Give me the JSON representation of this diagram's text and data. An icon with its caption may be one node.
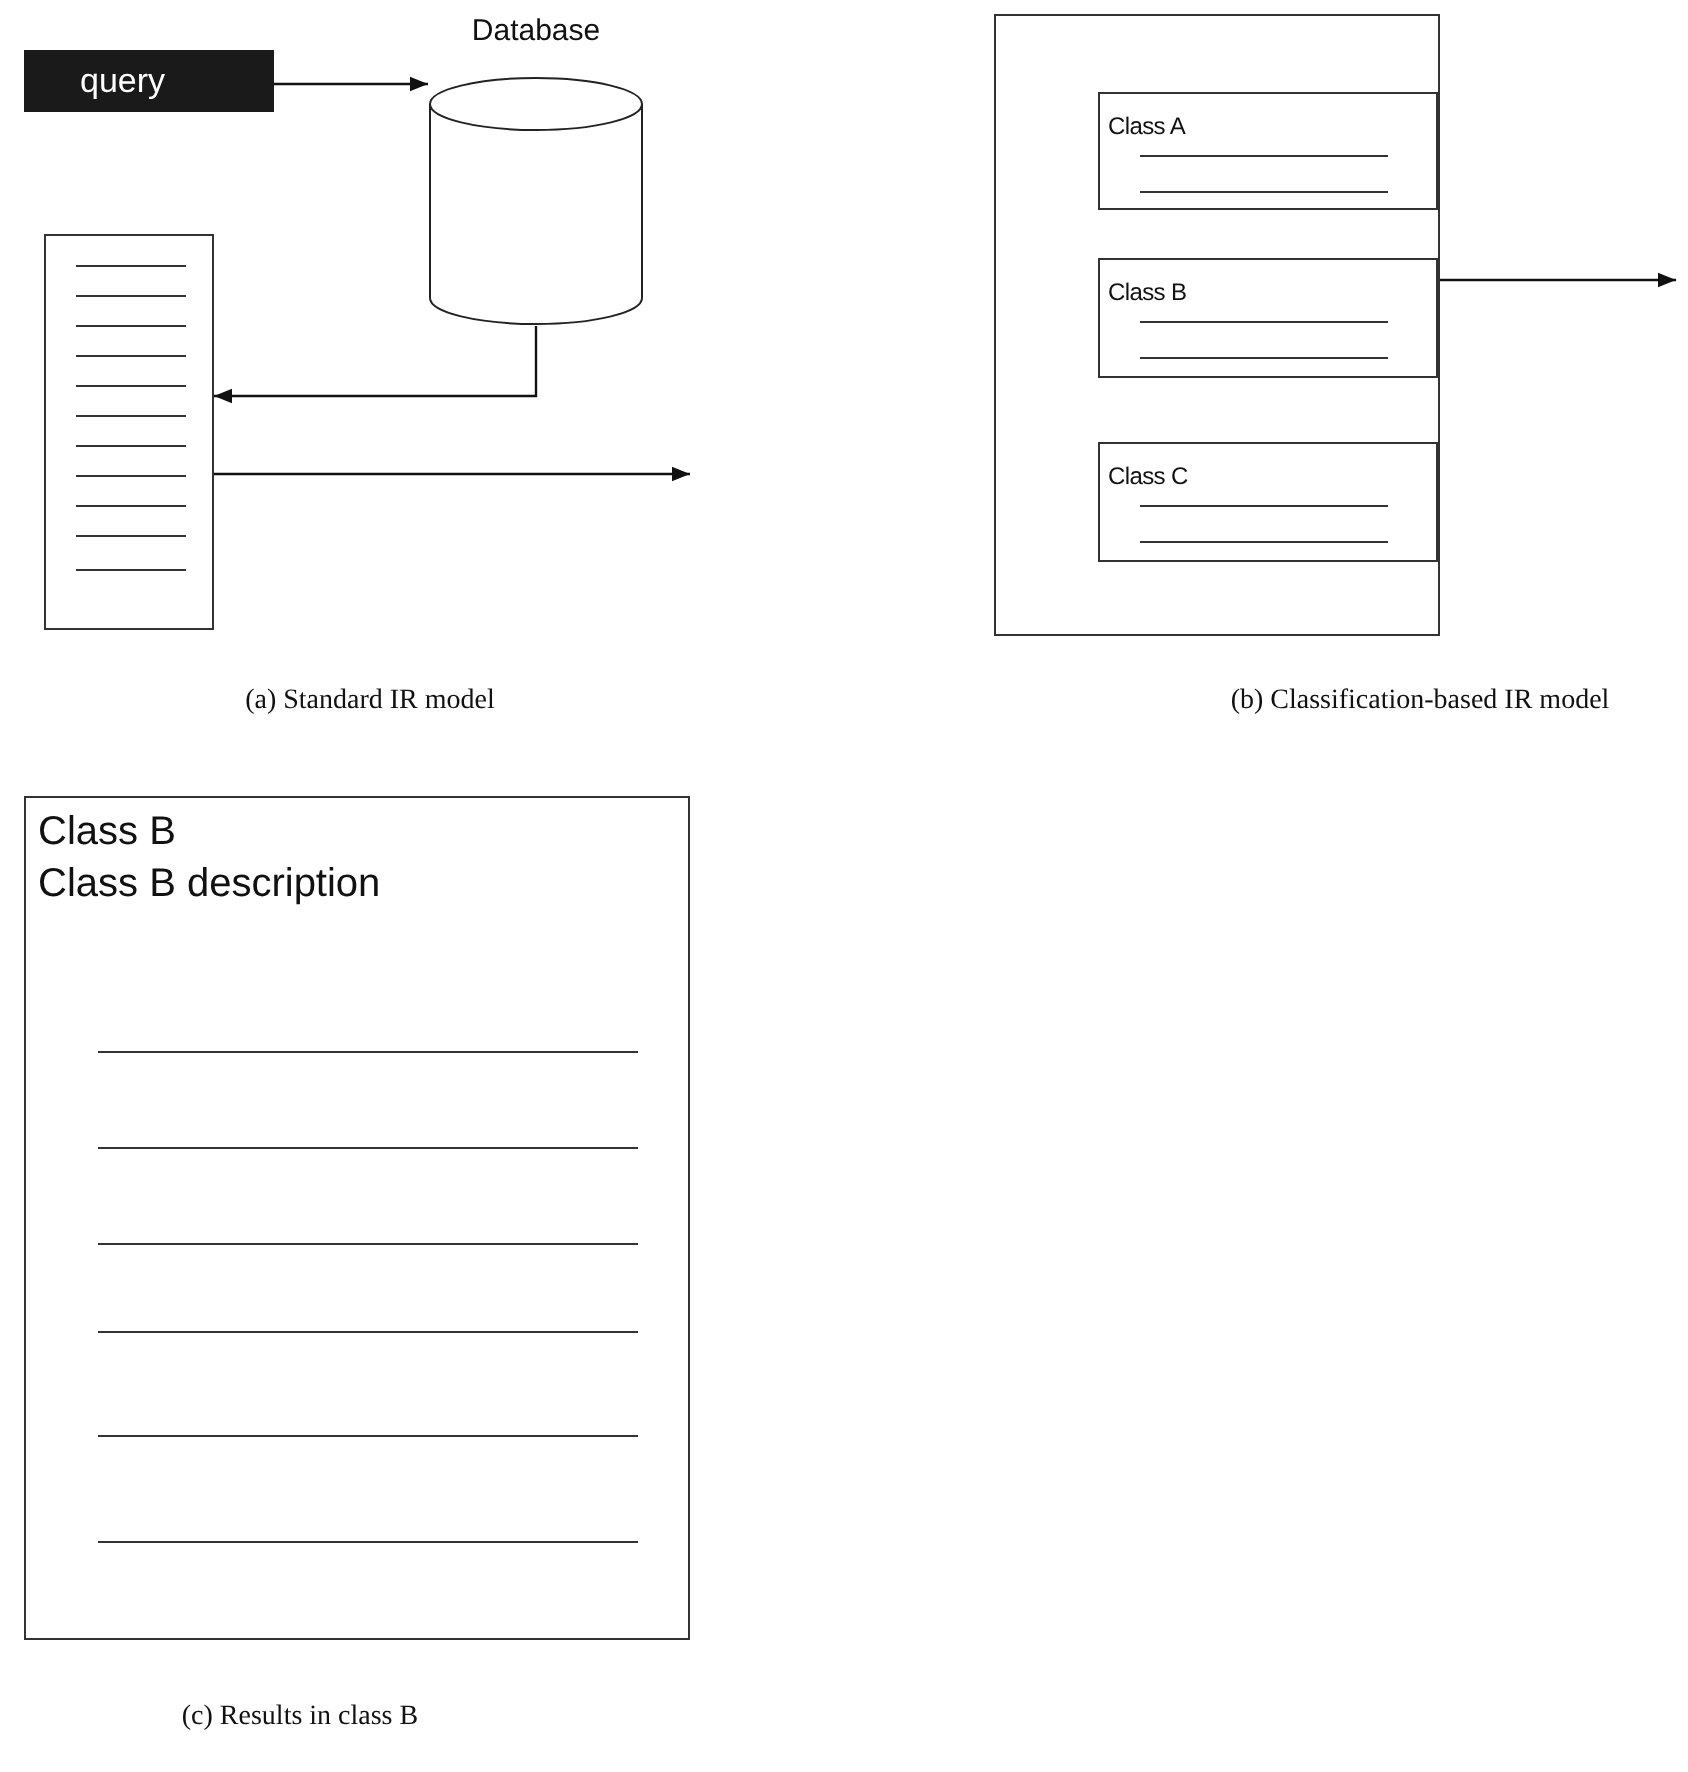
{
  "diagram": {
    "nodes": [
      {
        "text": [
          "query"
        ]
      },
      {
        "text": [
          "Database"
        ]
      },
      {
        "text": [],
        "shape": "box"
      },
      {
        "text": [],
        "shape": "box"
      },
      {
        "text": [
          "Class A"
        ],
        "in": 3
      },
      {
        "text": [
          "Class B"
        ],
        "in": 3
      },
      {
        "text": [
          "Class C"
        ],
        "in": 3
      },
      {
        "text": [
          "Class B",
          "Class B description"
        ]
      }
    ],
    "edges": [
      {
        "from": 0,
        "to": 1,
        "arrow": "to"
      },
      {
        "from": 1,
        "to": 2,
        "arrow": "to"
      },
      {
        "from": 2,
        "to": null,
        "arrow": "to"
      },
      {
        "from": 5,
        "to": null,
        "arrow": "to"
      }
    ],
    "labels": [
      "(a) Standard IR model",
      "(b) Classification-based IR model",
      "(c) Results in class B"
    ]
  }
}
